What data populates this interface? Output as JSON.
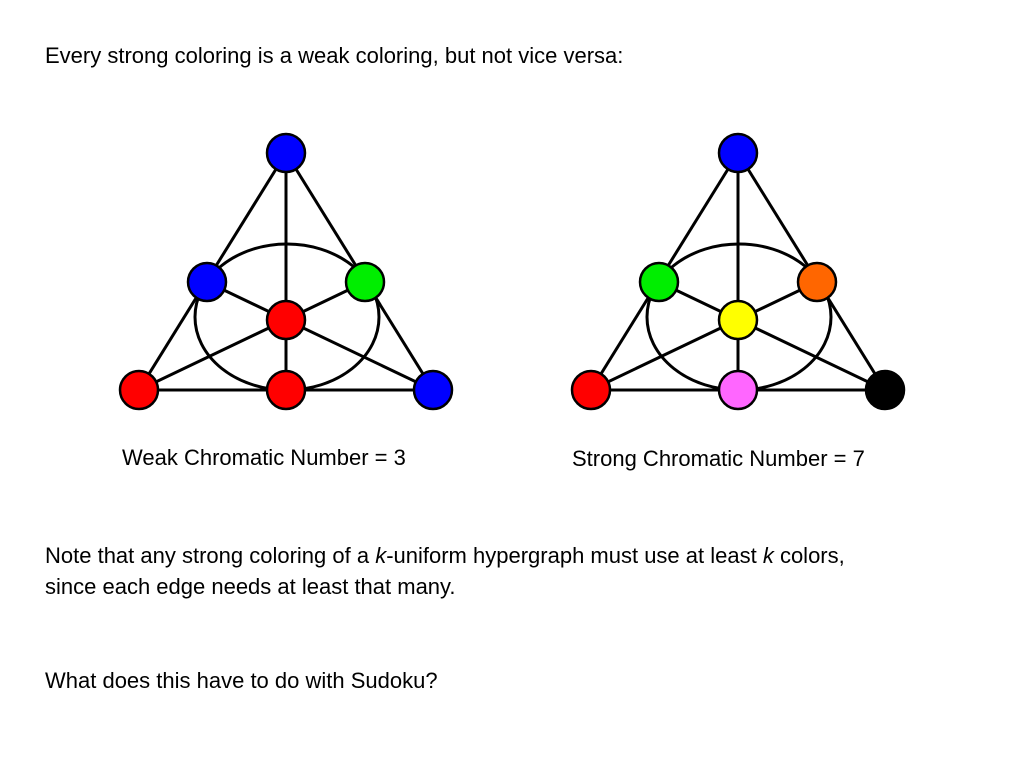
{
  "slide": {
    "heading": "Every strong coloring is a weak coloring, but not vice versa:",
    "note_line1_part1": "Note that any strong coloring of a ",
    "note_line1_var1": "k",
    "note_line1_part2": "-uniform hypergraph must use at least ",
    "note_line1_var2": "k",
    "note_line1_part3": " colors,",
    "note_line2": "since each edge needs at least that many.",
    "question": "What does this have to do with Sudoku?"
  },
  "diagrams": {
    "weak": {
      "caption": "Weak Chromatic Number = 3",
      "node_colors": {
        "top": "#0000ff",
        "mid_left": "#0000ff",
        "mid_right": "#00ee00",
        "center": "#ff0000",
        "bottom_left": "#ff0000",
        "bottom_mid": "#ff0000",
        "bottom_right": "#0000ff"
      }
    },
    "strong": {
      "caption": "Strong Chromatic Number = 7",
      "node_colors": {
        "top": "#0000ff",
        "mid_left": "#00ee00",
        "mid_right": "#ff6600",
        "center": "#ffff00",
        "bottom_left": "#ff0000",
        "bottom_mid": "#ff66ff",
        "bottom_right": "#000000"
      }
    }
  }
}
